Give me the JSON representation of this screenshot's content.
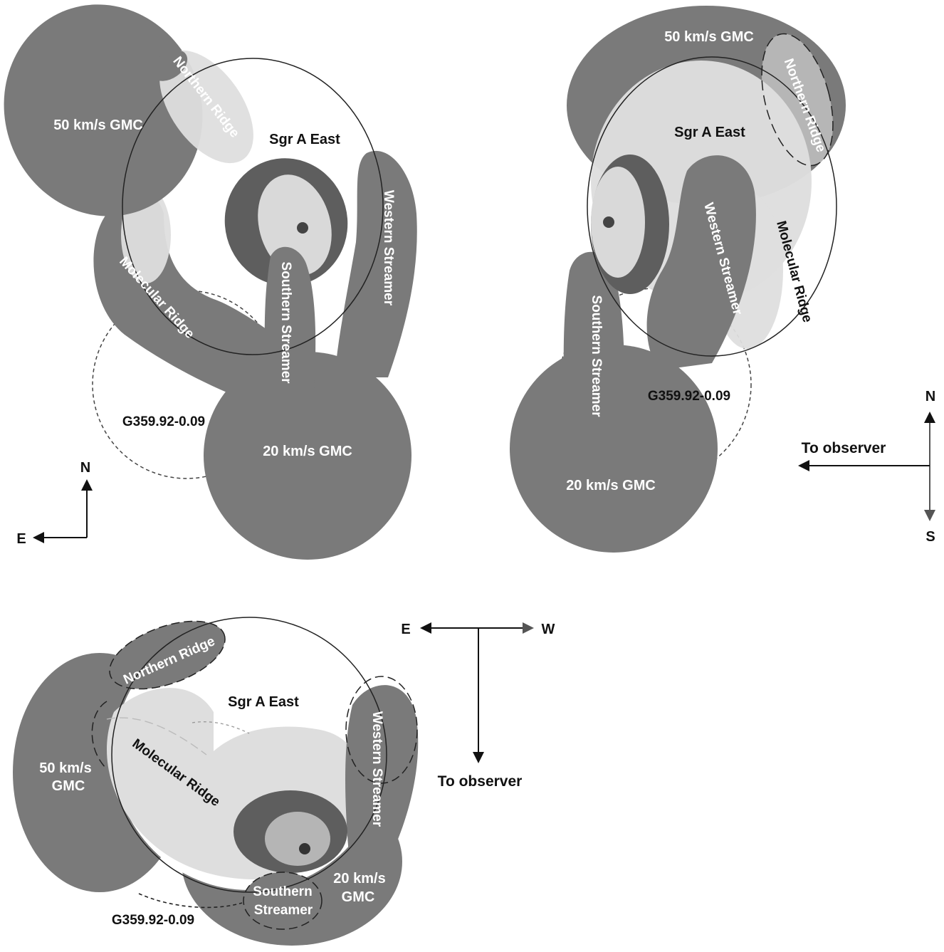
{
  "panels": {
    "top_left": {
      "gmc50": "50 km/s GMC",
      "northern_ridge": "Northern Ridge",
      "sgr_a_east": "Sgr A East",
      "western_streamer": "Western Streamer",
      "molecular_ridge": "Molecular Ridge",
      "southern_streamer": "Southern Streamer",
      "g359": "G359.92-0.09",
      "gmc20": "20 km/s GMC",
      "compass": {
        "north": "N",
        "east": "E"
      }
    },
    "top_right": {
      "gmc50": "50 km/s GMC",
      "northern_ridge": "Northern Ridge",
      "sgr_a_east": "Sgr A East",
      "western_streamer": "Western Streamer",
      "molecular_ridge": "Molecular Ridge",
      "southern_streamer": "Southern Streamer",
      "g359": "G359.92-0.09",
      "gmc20": "20 km/s GMC",
      "compass": {
        "north": "N",
        "south": "S",
        "observer": "To observer"
      }
    },
    "bottom": {
      "northern_ridge": "Northern Ridge",
      "sgr_a_east": "Sgr A East",
      "western_streamer": "Western Streamer",
      "gmc50_line1": "50 km/s",
      "gmc50_line2": "GMC",
      "molecular_ridge": "Molecular Ridge",
      "southern_streamer_line1": "Southern",
      "southern_streamer_line2": "Streamer",
      "gmc20_line1": "20 km/s",
      "gmc20_line2": "GMC",
      "g359": "G359.92-0.09",
      "compass": {
        "east": "E",
        "west": "W",
        "observer": "To observer"
      }
    }
  },
  "colors": {
    "cloud": "#7a7a7a",
    "cloud_dark": "#5e5e5e",
    "ridge_light": "#dedede",
    "shell_inner": "#b5b5b5",
    "outline": "#111111"
  }
}
